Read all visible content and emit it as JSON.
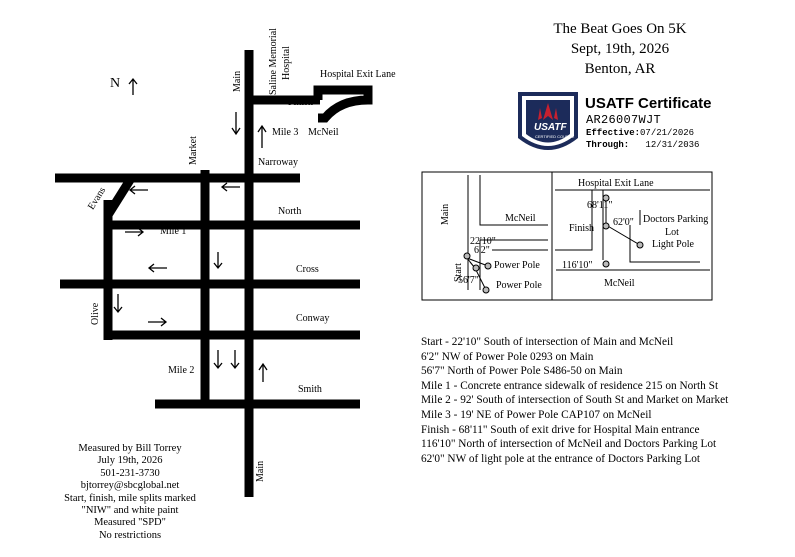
{
  "race": {
    "name": "The Beat Goes On 5K",
    "date": "Sept, 19th, 2026",
    "location": "Benton, AR"
  },
  "certificate": {
    "title": "USATF Certificate",
    "id": "AR26007WJT",
    "effective_label": "Effective:",
    "effective_date": "07/21/2026",
    "through_label": "Through:",
    "through_date": "12/31/2036",
    "badge_text": "USATF",
    "badge_subtext": "CERTIFIED COURSE",
    "badge_color": "#1c2b5a",
    "accent_color": "#c8202f"
  },
  "north_indicator": "N",
  "streets": {
    "main_top": "Main",
    "main_bottom": "Main",
    "market": "Market",
    "olive": "Olive",
    "evans": "Evans",
    "narroway": "Narroway",
    "north": "North",
    "cross": "Cross",
    "conway": "Conway",
    "smith": "Smith",
    "mcneil": "McNeil",
    "hospital_exit_lane": "Hospital Exit Lane",
    "saline_memorial_hospital": [
      "Saline Memorial",
      "Hospital"
    ]
  },
  "map_markers": {
    "finish": "Finish",
    "mile1": "Mile 1",
    "mile2": "Mile 2",
    "mile3": "Mile 3"
  },
  "detail_inset": {
    "hospital_exit_lane": "Hospital Exit Lane",
    "mcneil_top": "McNeil",
    "mcneil_bottom": "McNeil",
    "main": "Main",
    "start": "Start",
    "finish": "Finish",
    "d_22_10": "22'10\"",
    "d_6_2": "6'2\"",
    "d_56_7": "56'7\"",
    "d_68_11": "68'11\"",
    "d_62_0": "62'0\"",
    "d_116_10": "116'10\"",
    "power_pole_1": "Power Pole",
    "power_pole_2": "Power Pole",
    "doctors_parking_lot": [
      "Doctors Parking",
      "Lot"
    ],
    "light_pole": "Light Pole"
  },
  "measured_by": [
    "Measured by Bill Torrey",
    "July 19th, 2026",
    "501-231-3730",
    "bjtorrey@sbcglobal.net",
    "Start, finish, mile splits marked",
    "\"NIW\" and white paint",
    "Measured \"SPD\"",
    "No restrictions"
  ],
  "notes": [
    "Start - 22'10\" South of intersection of Main and McNeil",
    "6'2\" NW of Power Pole 0293 on Main",
    "56'7\" North of Power Pole S486-50 on Main",
    "Mile 1 - Concrete entrance sidewalk of residence 215 on North St",
    "Mile 2 - 92' South of intersection of South St and Market on Market",
    "Mile 3 - 19' NE of Power Pole CAP107 on McNeil",
    "Finish - 68'11\" South of exit drive for Hospital Main entrance",
    "116'10\" North of intersection of McNeil and Doctors Parking Lot",
    "62'0\" NW of light pole at the entrance of Doctors Parking Lot"
  ]
}
